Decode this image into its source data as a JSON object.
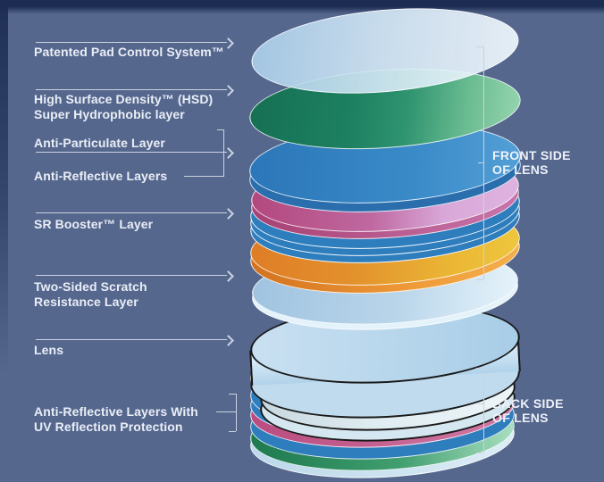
{
  "colors": {
    "background": "#56678e",
    "vignette": "#1d2c52",
    "text": "#e9eef6",
    "pointer_line": "#c9d2de",
    "lens_outline": "#1a1a1a"
  },
  "labels": [
    {
      "id": "pad-control",
      "line1": "Patented Pad Control System™",
      "line2": ""
    },
    {
      "id": "hsd-hydrophobic",
      "line1": "High Surface Density™ (HSD)",
      "line2": "Super Hydrophobic layer"
    },
    {
      "id": "anti-particulate",
      "line1": "Anti-Particulate Layer",
      "line2": ""
    },
    {
      "id": "anti-reflective",
      "line1": "Anti-Reflective Layers",
      "line2": ""
    },
    {
      "id": "sr-booster",
      "line1": "SR Booster™ Layer",
      "line2": ""
    },
    {
      "id": "scratch",
      "line1": "Two-Sided Scratch",
      "line2": "Resistance Layer"
    },
    {
      "id": "lens",
      "line1": "Lens",
      "line2": ""
    },
    {
      "id": "ar-uv",
      "line1": "Anti-Reflective Layers With",
      "line2": "UV Reflection Protection"
    }
  ],
  "side_labels": {
    "front": {
      "line1": "FRONT SIDE",
      "line2": "OF LENS"
    },
    "back": {
      "line1": "BACK SIDE",
      "line2": "OF LENS"
    }
  },
  "diagram": {
    "fills": {
      "pad": "linear-gradient(100deg, rgba(168,205,233,0.92) 0%, rgba(214,233,246,0.9) 50%, rgba(240,248,252,0.93) 100%)",
      "green": "linear-gradient(100deg,#166f53 0%,#1d8061 38%,#2f9470 58%,#6cbd92 80%,#98d6b0 100%)",
      "blueTop": "linear-gradient(95deg,#2b76b8 0%,#3a8ac8 60%,#549fd6 100%)",
      "blueSide": "#2a6eae",
      "pinkTop": "linear-gradient(95deg,#b2477d 0%,#bf68a0 45%,#d9a8d8 72%,#dfb3e0 100%)",
      "pinkSide": "linear-gradient(95deg,#a84072 0%,#c875ac 100%)",
      "rim": "#2e7dbd",
      "orangeTop": "linear-gradient(95deg,#de7d27 0%,#e3922c 40%,#ebb735 75%,#eec73e 100%)",
      "orangeSide": "linear-gradient(95deg,#d2711e 0%,#ef9a38 60%,#f3b04c 100%)",
      "scratchTop": "linear-gradient(100deg,#9fc3e0 0%,#b9d5ea 55%,#d8eaf6 85%,#e8f4fb 100%)",
      "scratchSide": "#e4f2fa",
      "lensTop": "linear-gradient(95deg,#c9e0f1 0%,#b7d6ec 55%,#a8cde7 100%)",
      "lensSide": "linear-gradient(180deg,#ecf5fb 0%,#d4e8f5 35%,#b0d2ea 100%)",
      "lensBottom": "#c0dbee",
      "clearTop": "linear-gradient(95deg,#c8d8df 0%,#dfecf1 45%,#edf5f8 100%)",
      "clearBottom": "#d5e7f1",
      "bandPale1": "linear-gradient(90deg,#adc3b2 0%,#c8dbd4 25%,#d8eaf4 100%)",
      "bandOrange": "linear-gradient(90deg,#d8852d 0%,#e39a33 45%,#d2a82a 100%)",
      "bandPale2": "#d6e8f2",
      "bandBlue": "#2e7dbd",
      "bandPink": "linear-gradient(90deg,#bb4c80 0%,#cf7aa6 100%)",
      "bandGreen": "linear-gradient(90deg,#1e7a4f 0%,#3f9d6e 55%,#a8dfc0 100%)",
      "bandPaleBottom": "linear-gradient(90deg,#bcd8ea 0%,#dcedf6 100%)"
    }
  }
}
